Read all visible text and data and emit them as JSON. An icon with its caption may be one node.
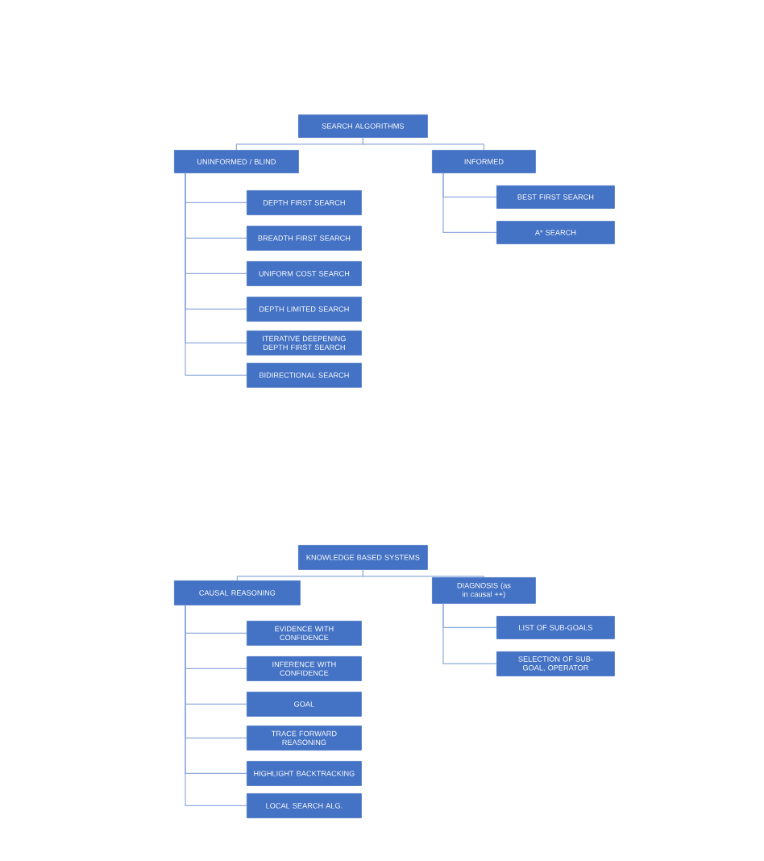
{
  "diagram": {
    "nodes": [
      {
        "text": [
          "SEARCH ALGORITHMS"
        ]
      },
      {
        "text": [
          "UNINFORMED / BLIND"
        ]
      },
      {
        "text": [
          "DEPTH FIRST SEARCH"
        ]
      },
      {
        "text": [
          "BREADTH FIRST SEARCH"
        ]
      },
      {
        "text": [
          "UNIFORM COST SEARCH"
        ]
      },
      {
        "text": [
          "DEPTH LIMITED SEARCH"
        ]
      },
      {
        "text": [
          "ITERATIVE DEEPENING DEPTH FIRST SEARCH"
        ]
      },
      {
        "text": [
          "BIDIRECTIONAL SEARCH"
        ]
      },
      {
        "text": [
          "INFORMED"
        ]
      },
      {
        "text": [
          "BEST FIRST SEARCH"
        ]
      },
      {
        "text": [
          "A* SEARCH"
        ]
      },
      {
        "text": [
          "KNOWLEDGE BASED SYSTEMS"
        ]
      },
      {
        "text": [
          "CAUSAL REASONING"
        ]
      },
      {
        "text": [
          "EVIDENCE WITH CONFIDENCE"
        ]
      },
      {
        "text": [
          "INFERENCE WITH CONFIDENCE"
        ]
      },
      {
        "text": [
          "GOAL"
        ]
      },
      {
        "text": [
          "TRACE FORWARD REASONING"
        ]
      },
      {
        "text": [
          "HIGHLIGHT BACKTRACKING"
        ]
      },
      {
        "text": [
          "LOCAL SEARCH ALG."
        ]
      },
      {
        "text": [
          "DIAGNOSIS (as in causal ++)"
        ]
      },
      {
        "text": [
          "LIST OF SUB-GOALS"
        ]
      },
      {
        "text": [
          "SELECTION OF SUB-GOAL, OPERATOR"
        ]
      }
    ],
    "edges": [
      {
        "from": 0,
        "to": 1,
        "arrow": "none"
      },
      {
        "from": 0,
        "to": 8,
        "arrow": "none"
      },
      {
        "from": 1,
        "to": 2,
        "arrow": "none"
      },
      {
        "from": 1,
        "to": 3,
        "arrow": "none"
      },
      {
        "from": 1,
        "to": 4,
        "arrow": "none"
      },
      {
        "from": 1,
        "to": 5,
        "arrow": "none"
      },
      {
        "from": 1,
        "to": 6,
        "arrow": "none"
      },
      {
        "from": 1,
        "to": 7,
        "arrow": "none"
      },
      {
        "from": 8,
        "to": 9,
        "arrow": "none"
      },
      {
        "from": 8,
        "to": 10,
        "arrow": "none"
      },
      {
        "from": 11,
        "to": 12,
        "arrow": "none"
      },
      {
        "from": 11,
        "to": 19,
        "arrow": "none"
      },
      {
        "from": 12,
        "to": 13,
        "arrow": "none"
      },
      {
        "from": 12,
        "to": 14,
        "arrow": "none"
      },
      {
        "from": 12,
        "to": 15,
        "arrow": "none"
      },
      {
        "from": 12,
        "to": 16,
        "arrow": "none"
      },
      {
        "from": 12,
        "to": 17,
        "arrow": "none"
      },
      {
        "from": 12,
        "to": 18,
        "arrow": "none"
      },
      {
        "from": 19,
        "to": 20,
        "arrow": "none"
      },
      {
        "from": 19,
        "to": 21,
        "arrow": "none"
      }
    ]
  }
}
